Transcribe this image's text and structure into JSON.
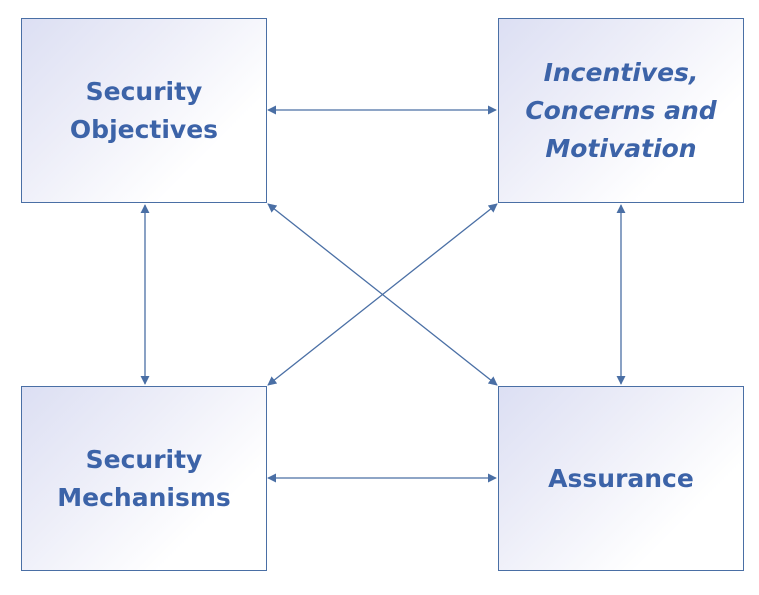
{
  "nodes": {
    "security_objectives": "Security\nObjectives",
    "incentives": "Incentives,\nConcerns and\nMotivation",
    "security_mechanisms": "Security\nMechanisms",
    "assurance": "Assurance"
  },
  "edges": [
    {
      "from": "security_objectives",
      "to": "incentives",
      "direction": "both"
    },
    {
      "from": "security_objectives",
      "to": "security_mechanisms",
      "direction": "both"
    },
    {
      "from": "incentives",
      "to": "assurance",
      "direction": "both"
    },
    {
      "from": "security_mechanisms",
      "to": "assurance",
      "direction": "both"
    },
    {
      "from": "security_objectives",
      "to": "assurance",
      "direction": "both"
    },
    {
      "from": "incentives",
      "to": "security_mechanisms",
      "direction": "both"
    }
  ],
  "colors": {
    "text": "#3c63a8",
    "border": "#4a6fa5",
    "arrow": "#4a6fa5",
    "box_gradient_start": "#dcdff3",
    "box_gradient_end": "#ffffff"
  }
}
